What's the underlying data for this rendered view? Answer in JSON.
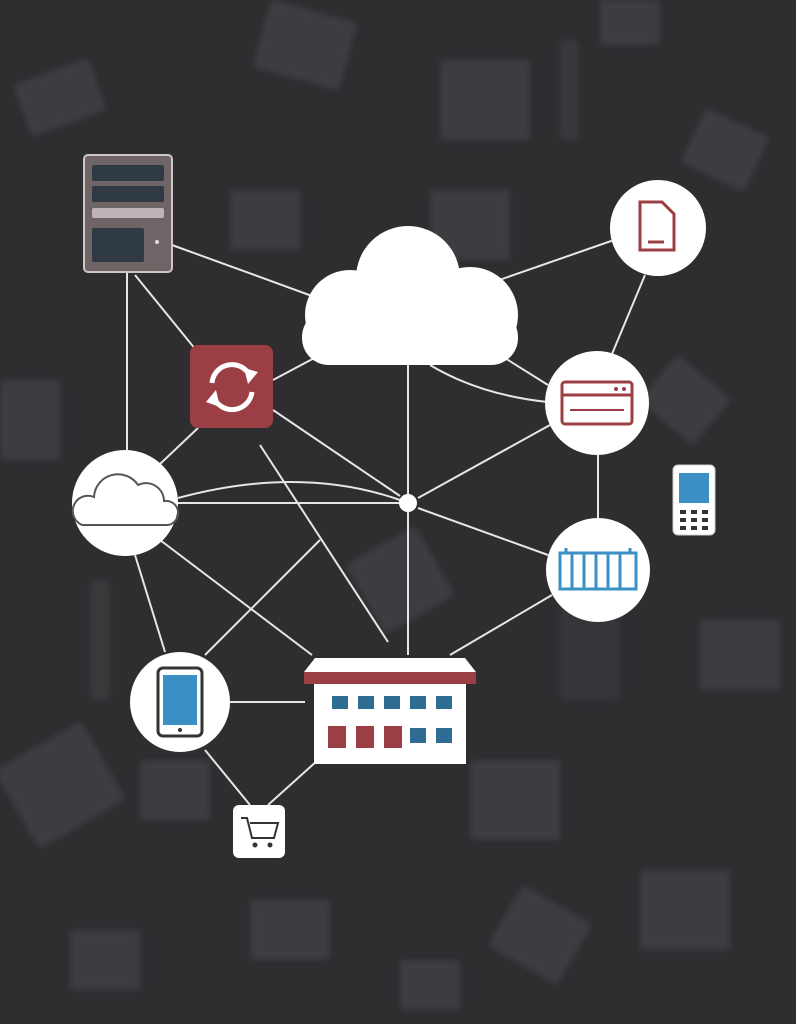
{
  "colors": {
    "background": "#2e2e31",
    "line": "#e6e6e6",
    "node_fill": "#ffffff",
    "accent_red": "#9b3f45",
    "accent_blue": "#3a8fc4",
    "server_body": "#6f6466",
    "server_panel": "#2f3a44",
    "building_blue": "#2f6c94"
  },
  "nodes": [
    {
      "id": "server",
      "icon": "server-rack-icon"
    },
    {
      "id": "sync",
      "icon": "sync-arrows-icon"
    },
    {
      "id": "cloud-main",
      "icon": "cloud-icon"
    },
    {
      "id": "document",
      "icon": "document-icon"
    },
    {
      "id": "browser",
      "icon": "browser-window-icon"
    },
    {
      "id": "hub",
      "icon": "hub-dot-icon"
    },
    {
      "id": "cloud-small",
      "icon": "cloud-icon"
    },
    {
      "id": "mobile",
      "icon": "mobile-phone-icon"
    },
    {
      "id": "container",
      "icon": "shipping-container-icon"
    },
    {
      "id": "tablet",
      "icon": "tablet-icon"
    },
    {
      "id": "warehouse",
      "icon": "building-icon"
    },
    {
      "id": "cart",
      "icon": "shopping-cart-icon"
    }
  ]
}
